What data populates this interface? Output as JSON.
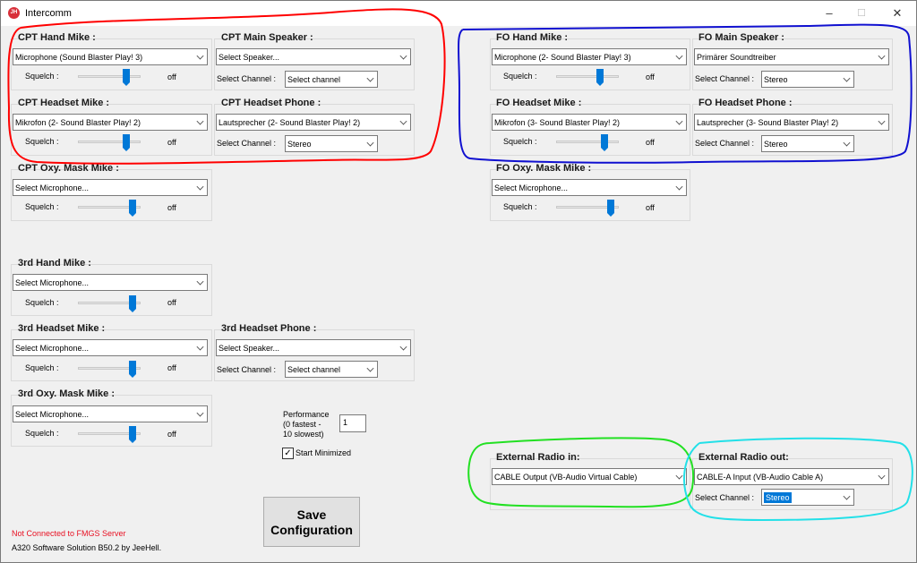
{
  "window": {
    "title": "Intercomm",
    "app_icon": "intercomm-app-icon",
    "minimize": "–",
    "maximize": "☐",
    "close": "✕"
  },
  "common": {
    "squelch": "Squelch :",
    "off": "off",
    "select_channel": "Select Channel :"
  },
  "cpt_hand_mike": {
    "title": "CPT Hand Mike :",
    "device": "Microphone (Sound Blaster Play! 3)",
    "squelch_level": 0.9
  },
  "cpt_main_speaker": {
    "title": "CPT Main Speaker :",
    "device": "Select Speaker...",
    "channel": "Select channel"
  },
  "cpt_headset_mike": {
    "title": "CPT Headset Mike :",
    "device": "Mikrofon (2- Sound Blaster Play! 2)",
    "squelch_level": 0.9
  },
  "cpt_headset_phone": {
    "title": "CPT Headset Phone :",
    "device": "Lautsprecher (2- Sound Blaster Play! 2)",
    "channel": "Stereo"
  },
  "cpt_oxy_mask_mike": {
    "title": "CPT Oxy. Mask Mike :",
    "device": "Select Microphone...",
    "squelch_level": 1.0
  },
  "fo_hand_mike": {
    "title": "FO Hand Mike :",
    "device": "Microphone (2- Sound Blaster Play! 3)",
    "squelch_level": 0.9
  },
  "fo_main_speaker": {
    "title": "FO Main Speaker :",
    "device": "Primärer Soundtreiber",
    "channel": "Stereo"
  },
  "fo_headset_mike": {
    "title": "FO Headset Mike :",
    "device": "Mikrofon (3- Sound Blaster Play! 2)",
    "squelch_level": 0.9
  },
  "fo_headset_phone": {
    "title": "FO Headset Phone :",
    "device": "Lautsprecher (3- Sound Blaster Play! 2)",
    "channel": "Stereo"
  },
  "fo_oxy_mask_mike": {
    "title": "FO Oxy. Mask Mike :",
    "device": "Select Microphone...",
    "squelch_level": 1.0
  },
  "third_hand_mike": {
    "title": "3rd Hand Mike :",
    "device": "Select Microphone...",
    "squelch_level": 1.0
  },
  "third_headset_mike": {
    "title": "3rd Headset Mike :",
    "device": "Select Microphone...",
    "squelch_level": 1.0
  },
  "third_headset_phone": {
    "title": "3rd Headset Phone :",
    "device": "Select Speaker...",
    "channel": "Select channel"
  },
  "third_oxy_mask_mike": {
    "title": "3rd Oxy. Mask Mike :",
    "device": "Select Microphone...",
    "squelch_level": 1.0
  },
  "performance": {
    "line1": "Performance",
    "line2": "(0 fastest  -",
    "line3": "10 slowest)",
    "value": "1"
  },
  "start_minimized": {
    "label": "Start Minimized",
    "checked": true,
    "check_glyph": "✓"
  },
  "external_radio_in": {
    "title": "External Radio in:",
    "device": "CABLE Output (VB-Audio Virtual Cable)"
  },
  "external_radio_out": {
    "title": "External Radio out:",
    "device": "CABLE-A Input (VB-Audio Cable A)",
    "channel": "Stereo"
  },
  "save_button": {
    "line1": "Save",
    "line2": "Configuration"
  },
  "status": "Not Connected to FMGS Server",
  "footer": "A320 Software Solution B50.2 by JeeHell.",
  "colors": {
    "accent": "#0078d7",
    "status_error": "#e81123",
    "annot_red": "#ff0000",
    "annot_blue": "#1010d0",
    "annot_green": "#22e022",
    "annot_cyan": "#22e0e8"
  }
}
